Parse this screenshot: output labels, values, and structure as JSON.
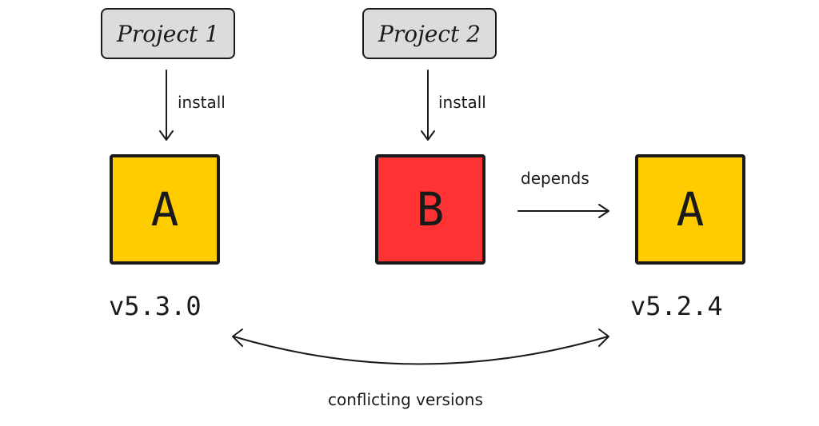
{
  "project1": {
    "label": "Project 1"
  },
  "project2": {
    "label": "Project 2"
  },
  "edges": {
    "install_1": "install",
    "install_2": "install",
    "depends": "depends",
    "conflict": "conflicting versions"
  },
  "packages": {
    "a_left": {
      "label": "A",
      "version": "v5.3.0",
      "color": "#ffcc00"
    },
    "b": {
      "label": "B",
      "color": "#ff3333"
    },
    "a_right": {
      "label": "A",
      "version": "v5.2.4",
      "color": "#ffcc00"
    }
  }
}
